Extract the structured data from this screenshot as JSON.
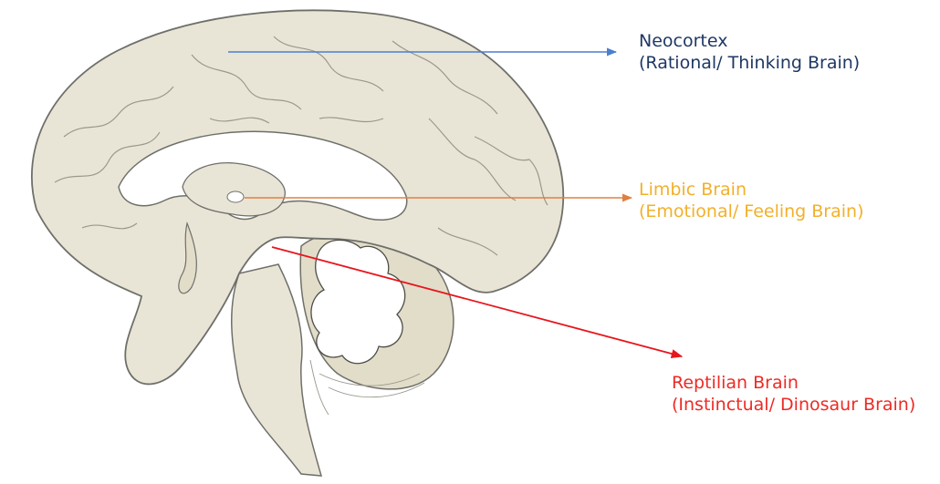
{
  "labels": {
    "neocortex": {
      "title": "Neocortex",
      "subtitle": "(Rational/ Thinking Brain)",
      "color": "#1f3864"
    },
    "limbic": {
      "title": "Limbic Brain",
      "subtitle": "(Emotional/ Feeling Brain)",
      "color": "#f2b02a"
    },
    "reptilian": {
      "title": "Reptilian Brain",
      "subtitle": "(Instinctual/ Dinosaur Brain)",
      "color": "#ee2a24"
    }
  },
  "arrows": {
    "neocortex": {
      "color": "#4a7fd0"
    },
    "limbic": {
      "color": "#e08040"
    },
    "reptilian": {
      "color": "#e8151b"
    }
  },
  "illustration": {
    "brain_fill": "#e9e5d6",
    "brain_stroke": "#6f6f6a",
    "inner_fill": "#ffffff"
  }
}
